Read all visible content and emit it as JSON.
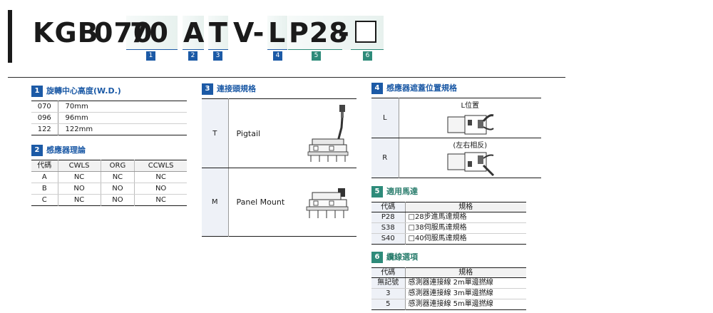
{
  "part_number": {
    "segments": [
      "KGB",
      "070",
      "70",
      "A",
      "T",
      "V-",
      "L",
      "P28",
      "-"
    ],
    "index_numbers": [
      "1",
      "2",
      "3",
      "4",
      "5",
      "6"
    ]
  },
  "sections": {
    "s1": {
      "num": "1",
      "title": "旋轉中心高度(W.D.)",
      "rows": [
        {
          "code": "070",
          "value": "70mm"
        },
        {
          "code": "096",
          "value": "96mm"
        },
        {
          "code": "122",
          "value": "122mm"
        }
      ]
    },
    "s2": {
      "num": "2",
      "title": "感應器理論",
      "headers": [
        "代碼",
        "CWLS",
        "ORG",
        "CCWLS"
      ],
      "rows": [
        [
          "A",
          "NC",
          "NC",
          "NC"
        ],
        [
          "B",
          "NO",
          "NO",
          "NO"
        ],
        [
          "C",
          "NC",
          "NO",
          "NC"
        ]
      ]
    },
    "s3": {
      "num": "3",
      "title": "連接頭規格",
      "rows": [
        {
          "code": "T",
          "label": "Pigtail"
        },
        {
          "code": "M",
          "label": "Panel Mount"
        }
      ]
    },
    "s4": {
      "num": "4",
      "title": "感應器遮蓋位置規格",
      "rows": [
        {
          "code": "L",
          "caption": "L位置"
        },
        {
          "code": "R",
          "caption": "(左右相反)"
        }
      ]
    },
    "s5": {
      "num": "5",
      "title": "適用馬達",
      "headers": [
        "代碼",
        "規格"
      ],
      "rows": [
        {
          "code": "P28",
          "spec": "□28步進馬達規格"
        },
        {
          "code": "S38",
          "spec": "□38伺服馬達規格"
        },
        {
          "code": "S40",
          "spec": "□40伺服馬達規格"
        }
      ]
    },
    "s6": {
      "num": "6",
      "title": "纜線選項",
      "headers": [
        "代碼",
        "規格"
      ],
      "rows": [
        {
          "code": "無記號",
          "spec": "感測器連接線 2m單邊撚線"
        },
        {
          "code": "3",
          "spec": "感測器連接線 3m單邊撚線"
        },
        {
          "code": "5",
          "spec": "感測器連接線 5m單邊撚線"
        }
      ]
    }
  },
  "colors": {
    "blue": "#1c5aa6",
    "green": "#2e8b7a",
    "text": "#1a1a1a"
  }
}
